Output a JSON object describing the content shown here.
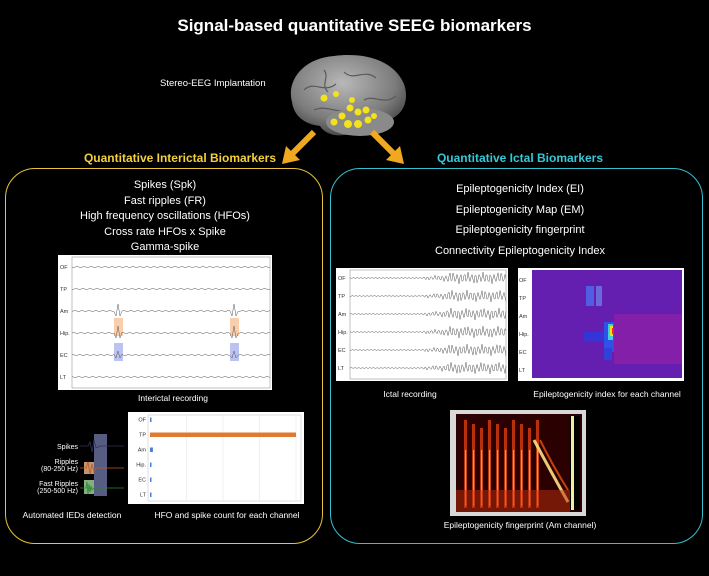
{
  "title": "Signal-based quantitative SEEG biomarkers",
  "brain": {
    "label": "Stereo-EEG Implantation"
  },
  "interictal": {
    "title": "Quantitative Interictal Biomarkers",
    "biomarkers": [
      "Spikes (Spk)",
      "Fast ripples (FR)",
      "High frequency oscillations (HFOs)",
      "Cross rate HFOs x Spike",
      "Gamma-spike"
    ],
    "recording_caption": "Interictal recording",
    "channels": [
      "OF",
      "TP",
      "Am",
      "Hip.",
      "EC",
      "LT"
    ],
    "ied": {
      "labels": [
        "Spikes",
        "Ripples\n(80-250 Hz)",
        "Fast Ripples\n(250-500 Hz)"
      ],
      "caption": "Automated IEDs detection"
    },
    "count_caption": "HFO and spike count for each channel",
    "accent_color": "#e8c43a"
  },
  "ictal": {
    "title": "Quantitative Ictal Biomarkers",
    "biomarkers": [
      "Epileptogenicity Index (EI)",
      "Epileptogenicity Map (EM)",
      "Epileptogenicity fingerprint",
      "Connectivity Epileptogenicity Index"
    ],
    "recording_caption": "Ictal recording",
    "channels": [
      "OF",
      "TP",
      "Am",
      "Hip.",
      "EC",
      "LT"
    ],
    "ei_caption": "Epileptogenicity index for each channel",
    "fingerprint_caption": "Epileptogenicity fingerprint (Am channel)",
    "accent_color": "#34c1d0"
  },
  "chart_data": {
    "type": "bar",
    "orientation": "horizontal",
    "categories": [
      "OF",
      "TP",
      "Am",
      "Hip.",
      "EC",
      "LT"
    ],
    "values": [
      0,
      100,
      2,
      1,
      1,
      0.5
    ],
    "colors": [
      "#4a7fd0",
      "#e07a32",
      "#4a7fd0",
      "#4a7fd0",
      "#4a7fd0",
      "#4a7fd0"
    ]
  }
}
